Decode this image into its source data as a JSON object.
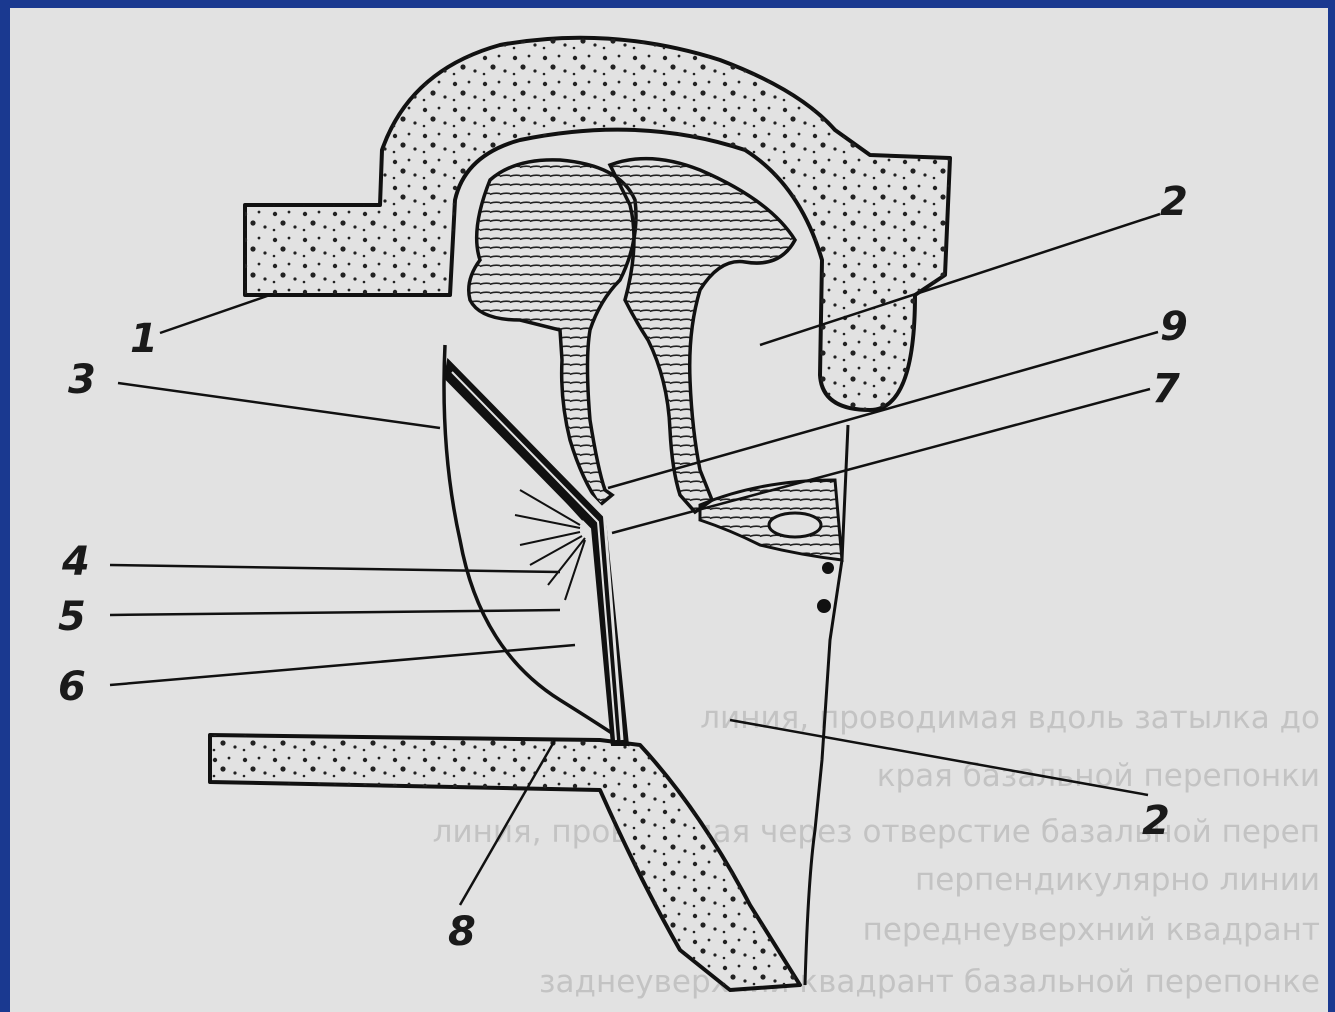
{
  "labels": {
    "l1": "1",
    "l2_top": "2",
    "l2_bottom": "2",
    "l3": "3",
    "l4": "4",
    "l5": "5",
    "l6": "6",
    "l7": "7",
    "l8": "8",
    "l9": "9"
  },
  "bleed_through_lines": [
    "линия, проводимая вдоль затылка до",
    "края базальной перепонки",
    "линия, проводимая через отверстие базальной переп",
    "перпендикулярно линии",
    "переднеуверхний квадрант",
    "заднеуверхний квадрант базальной перепонке"
  ],
  "colors": {
    "frame": "#1a3990",
    "paper": "#e2e2e2",
    "ink": "#1a1a1a"
  }
}
